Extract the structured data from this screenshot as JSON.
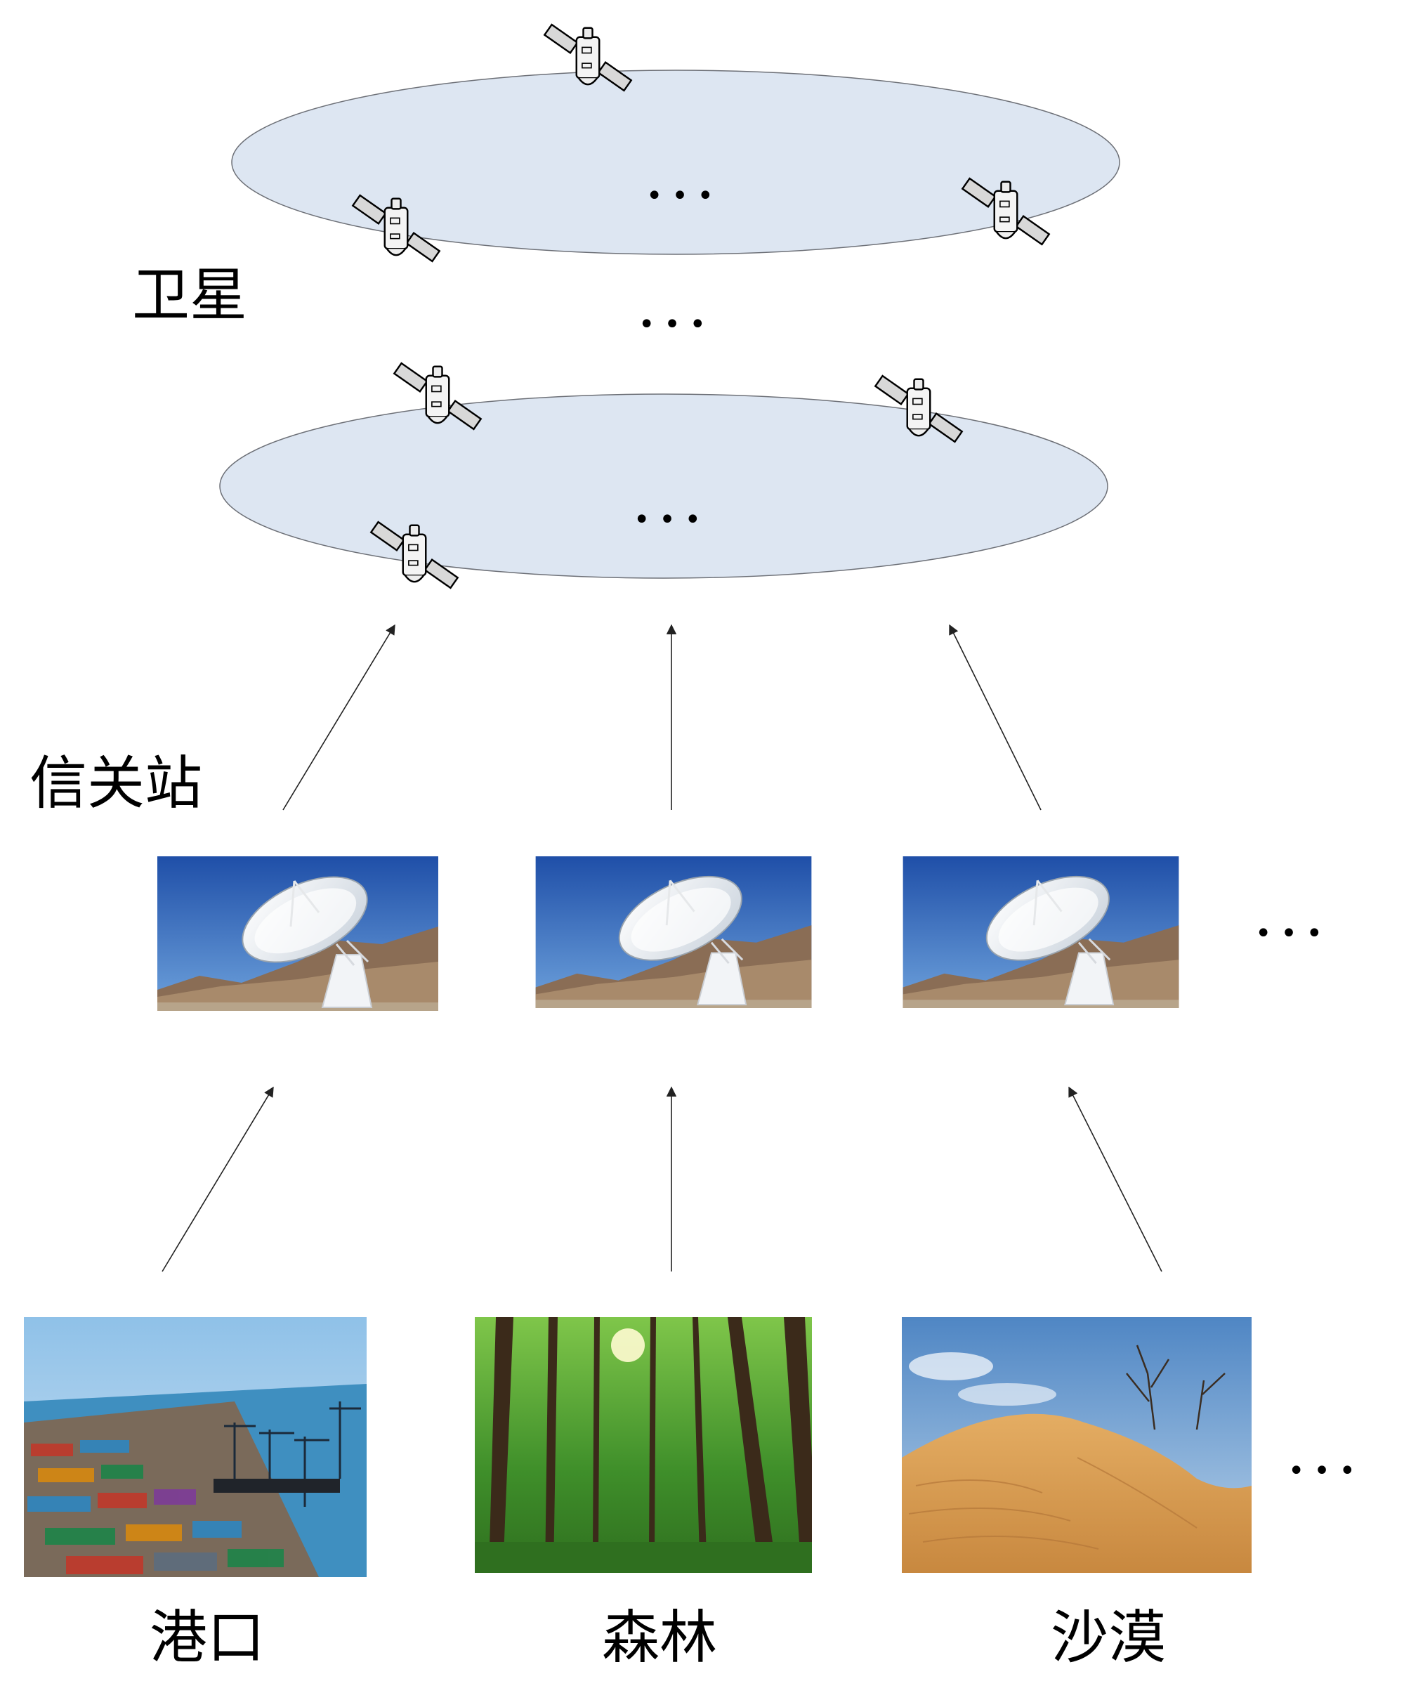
{
  "labels": {
    "satellites": "卫星",
    "gateway": "信关站",
    "port": "港口",
    "forest": "森林",
    "desert": "沙漠"
  },
  "ellipsis": "• • •",
  "colors": {
    "orbit_fill": "#dde6f2",
    "orbit_stroke": "#6d7077",
    "arrow": "#222222",
    "sky_top": "#1f4fa8",
    "sky_bottom": "#6ea2dc",
    "sea": "#3f8fc0",
    "forest_green": "#3f8f2a",
    "sand": "#d69a50"
  },
  "icons": {
    "satellite": "satellite-icon",
    "gateway_dish": "satellite-dish-icon",
    "port_photo": "port-photo",
    "forest_photo": "forest-photo",
    "desert_photo": "desert-photo"
  }
}
